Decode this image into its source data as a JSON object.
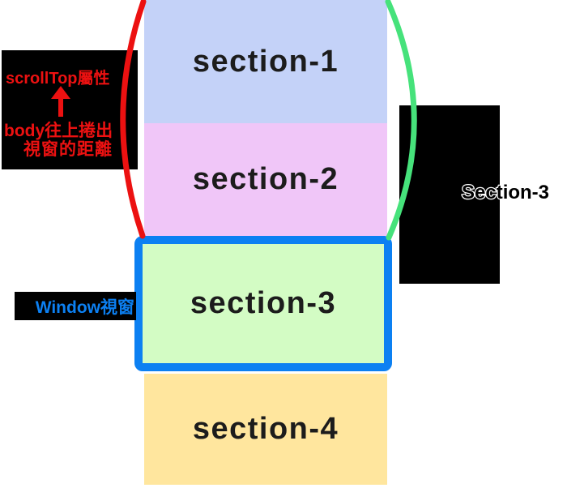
{
  "sections": [
    {
      "label": "section-1",
      "color": "#c4d2f8"
    },
    {
      "label": "section-2",
      "color": "#f0c6f8"
    },
    {
      "label": "section-3",
      "color": "#d3fcc4"
    },
    {
      "label": "section-4",
      "color": "#ffe69e"
    }
  ],
  "annotations": {
    "scrolltop": {
      "line1": "scrollTop屬性",
      "line2": "body往上捲出",
      "line3": "視窗的距離",
      "arrow_icon": "up-arrow",
      "text_color": "#ec1111",
      "bg_color": "#000000"
    },
    "window_label": {
      "text": "Window視窗",
      "text_color": "#0c80f2",
      "bg_color": "#000000"
    },
    "right_label": {
      "text": "Section-3",
      "text_color": "#000000",
      "outline_color": "#ffffff",
      "bg_color": "#000000"
    }
  },
  "decorations": {
    "scroll_brace_color": "#ec1111",
    "offset_brace_color": "#46e27b",
    "window_border_color": "#0c80f2"
  }
}
